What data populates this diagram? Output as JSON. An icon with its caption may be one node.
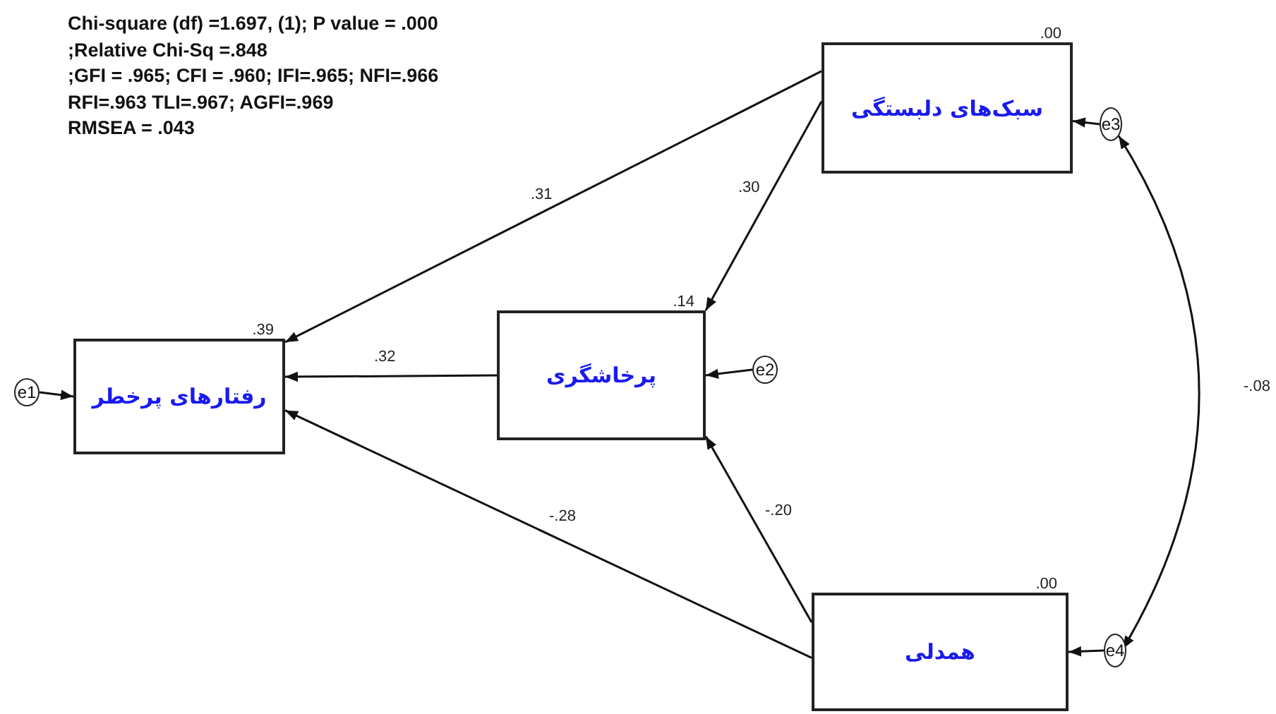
{
  "diagram": {
    "nodes": [
      {
        "text": [
          "سبک‌های دلبستگی"
        ],
        "beside": [
          ".00"
        ]
      },
      {
        "text": [
          "پرخاشگری"
        ],
        "beside": [
          ".14"
        ]
      },
      {
        "text": [
          "رفتارهای پرخطر"
        ],
        "beside": [
          ".39"
        ]
      },
      {
        "text": [
          "همدلی"
        ],
        "beside": [
          ".00"
        ]
      },
      {
        "text": [
          "e1"
        ]
      },
      {
        "text": [
          "e2"
        ]
      },
      {
        "text": [
          "e3"
        ]
      },
      {
        "text": [
          "e4"
        ]
      }
    ],
    "edges": [
      {
        "from": 0,
        "to": 2,
        "arrow": "to",
        "label": ".31"
      },
      {
        "from": 0,
        "to": 1,
        "arrow": "to",
        "label": ".30"
      },
      {
        "from": 1,
        "to": 2,
        "arrow": "to",
        "label": ".32"
      },
      {
        "from": 3,
        "to": 2,
        "arrow": "to",
        "label": "-.28"
      },
      {
        "from": 3,
        "to": 1,
        "arrow": "to",
        "label": "-.20"
      },
      {
        "from": 4,
        "to": 2,
        "arrow": "to"
      },
      {
        "from": 5,
        "to": 1,
        "arrow": "to"
      },
      {
        "from": 6,
        "to": 0,
        "arrow": "to"
      },
      {
        "from": 7,
        "to": 3,
        "arrow": "to"
      },
      {
        "from": 6,
        "to": 7,
        "arrow": "both",
        "label": "-.08"
      }
    ],
    "labels": [
      "Chi-square (df) =1.697, (1);  P value = .000",
      ";Relative Chi-Sq =.848",
      ";GFI = .965; CFI = .960; IFI=.965; NFI=.966",
      "RFI=.963 TLI=.967;  AGFI=.969",
      "RMSEA = .043"
    ]
  }
}
